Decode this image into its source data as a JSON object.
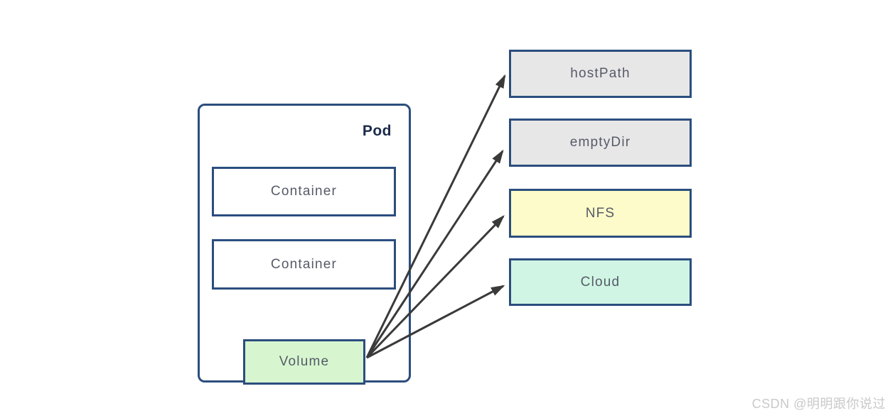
{
  "diagram": {
    "pod": {
      "label": "Pod"
    },
    "containers": [
      {
        "label": "Container"
      },
      {
        "label": "Container"
      }
    ],
    "volume": {
      "label": "Volume",
      "fill": "#d7f6d0"
    },
    "targets": [
      {
        "label": "hostPath",
        "fill": "#e8e7e7"
      },
      {
        "label": "emptyDir",
        "fill": "#e8e7e7"
      },
      {
        "label": "NFS",
        "fill": "#fdfbc9"
      },
      {
        "label": "Cloud",
        "fill": "#d0f5e4"
      }
    ],
    "edges": [
      {
        "from": "Volume",
        "to": "hostPath"
      },
      {
        "from": "Volume",
        "to": "emptyDir"
      },
      {
        "from": "Volume",
        "to": "NFS"
      },
      {
        "from": "Volume",
        "to": "Cloud"
      }
    ],
    "colors": {
      "box_border": "#2b4e7e",
      "arrow": "#3a3a3a",
      "label_text": "#565b68",
      "pod_label_text": "#1c2b4a"
    }
  },
  "watermark": {
    "text": "CSDN @明明跟你说过",
    "color": "#c9c9c9"
  }
}
